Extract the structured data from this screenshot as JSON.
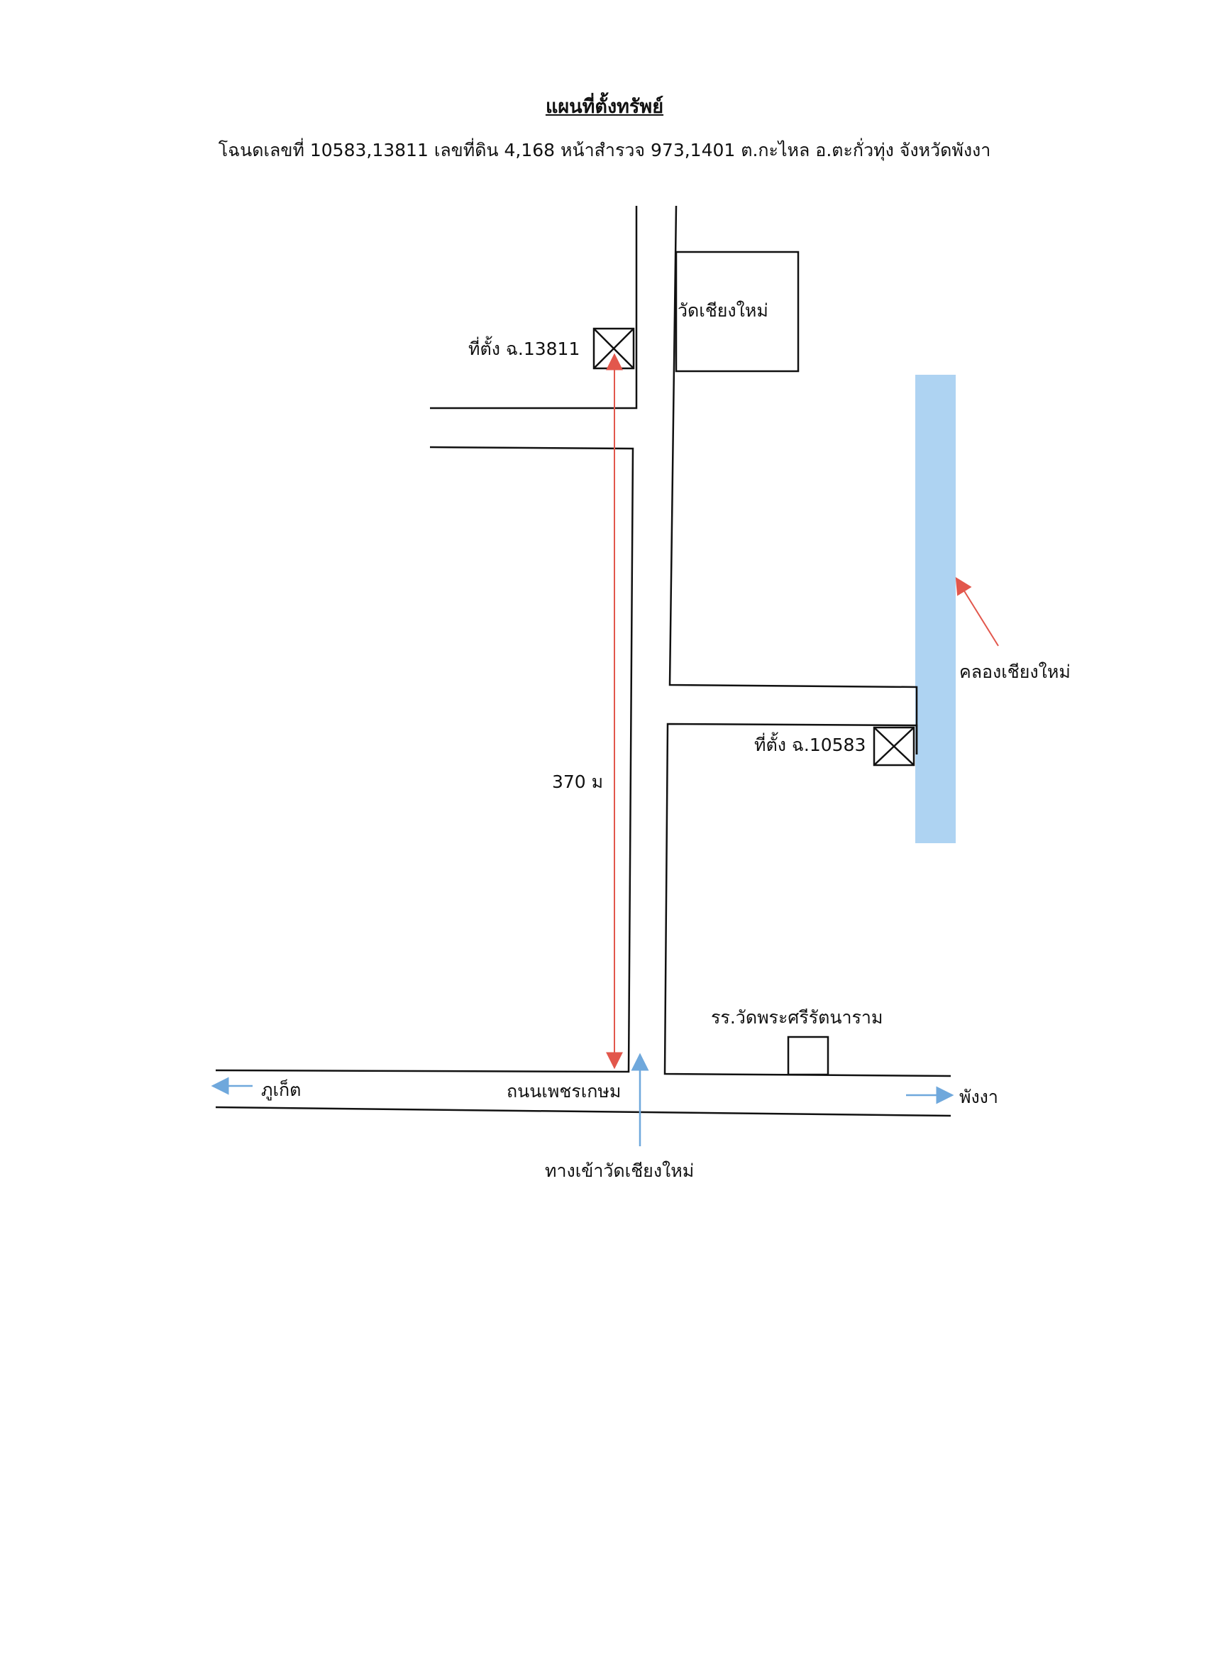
{
  "title": "แผนที่ตั้งทรัพย์",
  "subtitle": "โฉนดเลขที่ 10583,13811 เลขที่ดิน 4,168 หน้าสำรวจ 973,1401 ต.กะไหล อ.ตะกั่วทุ่ง จังหวัดพังงา",
  "labels": {
    "temple": "วัดเชียงใหม่",
    "site_13811": "ที่ตั้ง ฉ.13811",
    "site_10583": "ที่ตั้ง ฉ.10583",
    "canal": "คลองเชียงใหม่",
    "distance": "370 ม",
    "school": "รร.วัดพระศรีรัตนาราม",
    "main_road": "ถนนเพชรเกษม",
    "to_phuket": "ภูเก็ต",
    "to_phangnga": "พังงา",
    "entrance": "ทางเข้าวัดเชียงใหม่"
  },
  "colors": {
    "road_line": "#111111",
    "canal": "#aed3f2",
    "distance_arrow": "#e2574c",
    "direction_arrow": "#6fa8dc"
  }
}
